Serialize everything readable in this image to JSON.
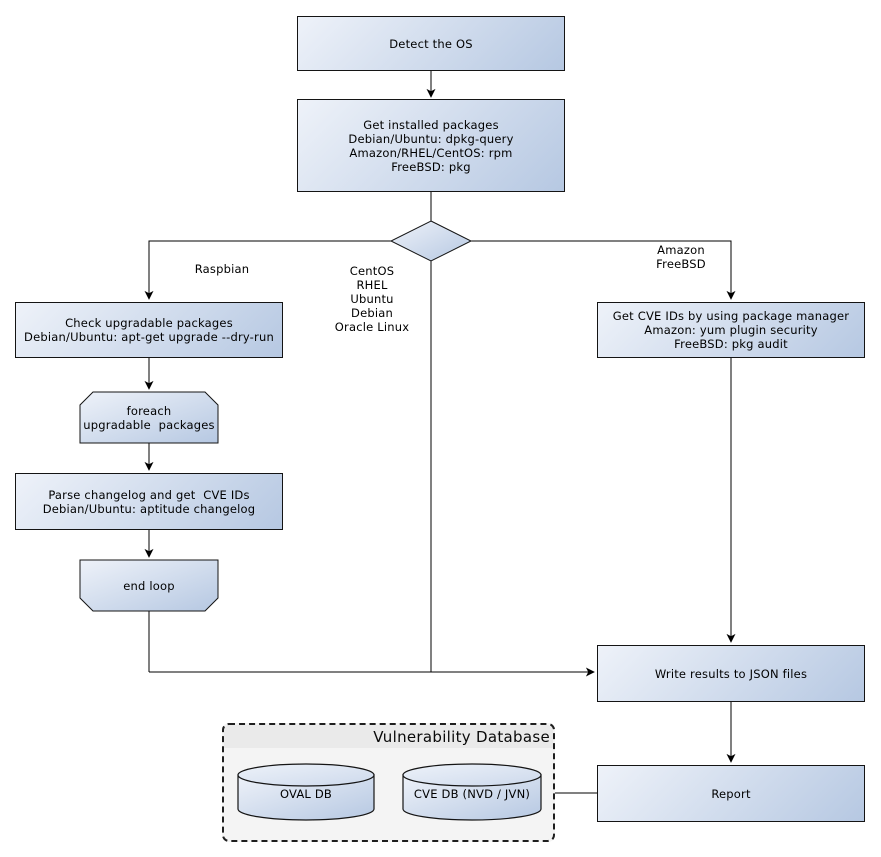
{
  "nodes": {
    "detect_os": "Detect the OS",
    "get_installed_packages": "Get installed packages\nDebian/Ubuntu: dpkg-query\nAmazon/RHEL/CentOS: rpm\nFreeBSD: pkg",
    "check_upgradable": "Check upgradable packages\nDebian/Ubuntu: apt-get upgrade --dry-run",
    "foreach_loop": "foreach\nupgradable  packages",
    "parse_changelog": "Parse changelog and get  CVE IDs\nDebian/Ubuntu: aptitude changelog",
    "end_loop": "end loop",
    "get_cve_ids": "Get CVE IDs by using package manager\nAmazon: yum plugin security\nFreeBSD: pkg audit",
    "write_results": "Write results to JSON files",
    "report": "Report"
  },
  "branch_labels": {
    "raspbian": "Raspbian",
    "yum_family": "CentOS\nRHEL\nUbuntu\nDebian\nOracle Linux",
    "pkg_family": "Amazon\nFreeBSD"
  },
  "database": {
    "title": "Vulnerability Database",
    "cylinders": [
      {
        "label": "OVAL DB"
      },
      {
        "label": "CVE DB (NVD / JVN)"
      }
    ]
  },
  "colors": {
    "node_gradient_start": "#eef2f9",
    "node_gradient_end": "#b6c8e2",
    "node_border": "#141414",
    "connector": "#000000",
    "db_container_fill": "#f4f4f4",
    "db_header_fill": "#eaeaea"
  }
}
